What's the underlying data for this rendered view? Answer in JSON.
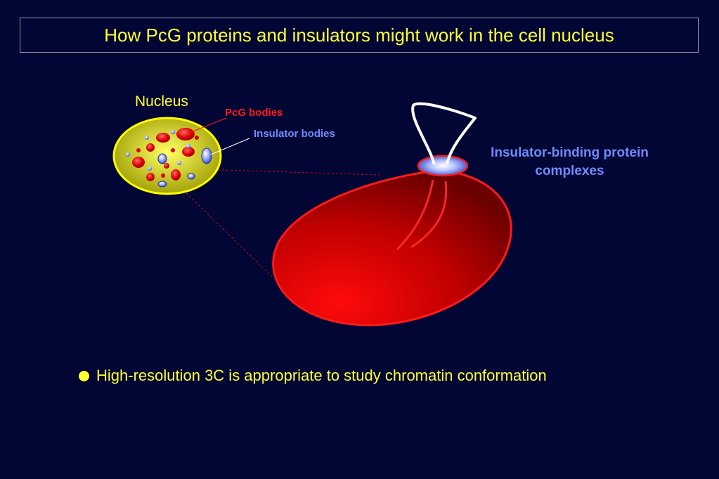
{
  "title": "How PcG proteins and insulators might work in the cell nucleus",
  "labels": {
    "nucleus": "Nucleus",
    "pcg_bodies": "PcG bodies",
    "insulator_bodies": "Insulator bodies",
    "insulator_complexes": "Insulator-binding protein complexes"
  },
  "bullets": [
    "High-resolution 3C is appropriate to study chromatin conformation"
  ],
  "colors": {
    "background": "#020634",
    "title": "#ffff33",
    "pcg": "#ff1a1a",
    "insulator": "#6f8cff",
    "nucleus_fill": "#d8d800"
  }
}
